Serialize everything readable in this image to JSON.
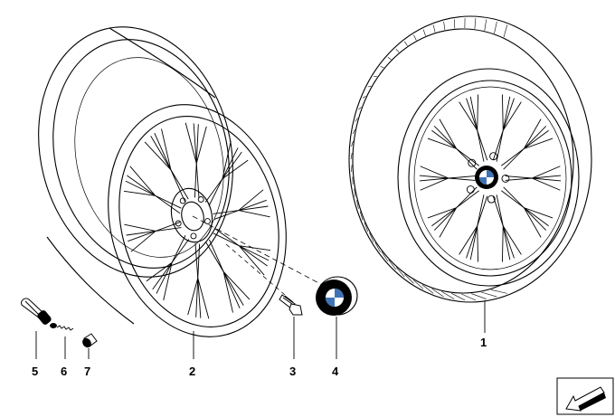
{
  "parts": [
    {
      "number": "1",
      "part": "wheel-with-tire"
    },
    {
      "number": "2",
      "part": "light-alloy-rim"
    },
    {
      "number": "3",
      "part": "wheel-bolt"
    },
    {
      "number": "4",
      "part": "hub-cap"
    },
    {
      "number": "5",
      "part": "valve"
    },
    {
      "number": "6",
      "part": "valve-insert"
    },
    {
      "number": "7",
      "part": "valve-cap"
    }
  ],
  "colors": {
    "line": "#000000",
    "background": "#ffffff",
    "logo_blue": "#3f73b6"
  },
  "icons": [
    "bmw-roundel-icon",
    "arrow-corner-icon"
  ]
}
